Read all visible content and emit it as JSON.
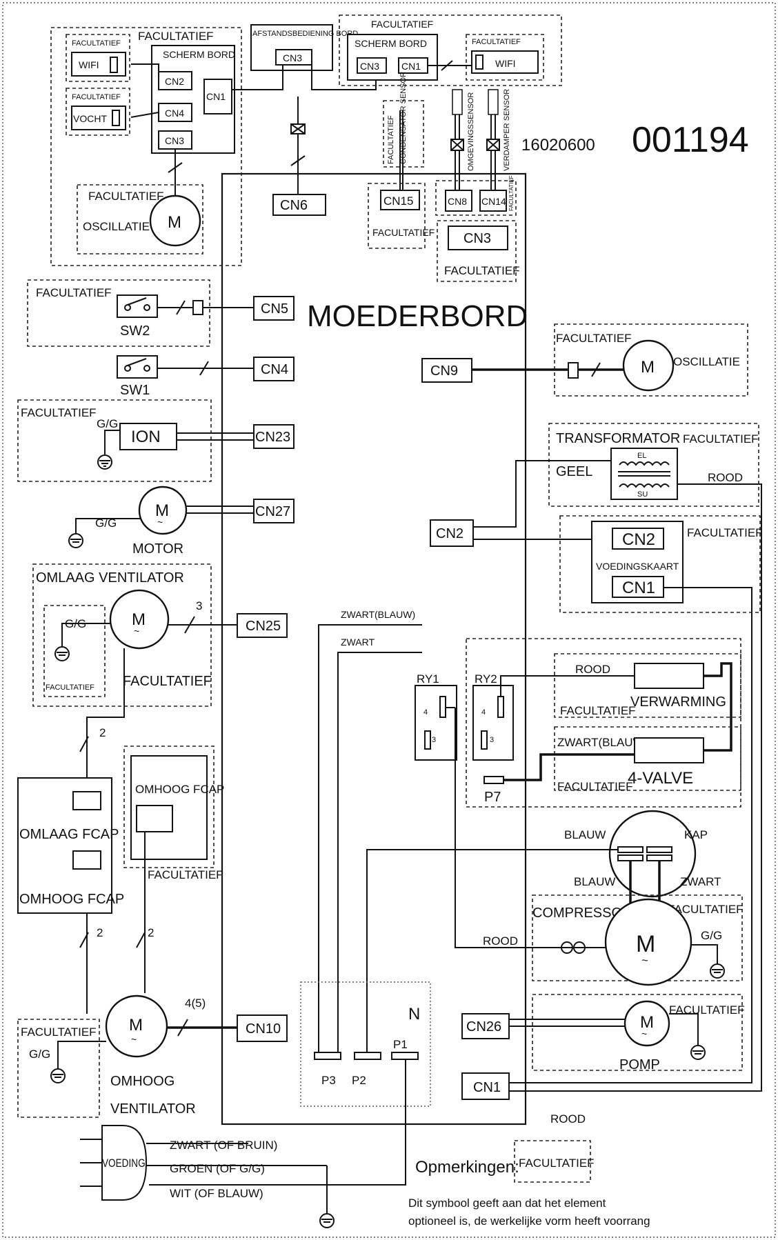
{
  "labels": {
    "optional": "FACULTATIEF",
    "wifi": "WIFI",
    "humidity": "VOCHT",
    "screen_board": "SCHERM BORD",
    "remote_board": "AFSTANDSBEDIENING BORD",
    "oscillation": "OSCILLATIE",
    "condensor_sensor": "CONDENSATOR SENSOR",
    "ambient_sensor": "OMGEVINGSSENSOR",
    "evaporator_sensor": "VERDAMPER SENSOR",
    "part_number_prefix": "16020600",
    "part_number": "001194",
    "motherboard": "MOEDERBORD",
    "sw1": "SW1",
    "sw2": "SW2",
    "ion": "ION",
    "gg": "G/G",
    "motor_m": "M",
    "motor": "MOTOR",
    "down_fan": "OMLAAG VENTILATOR",
    "down_fcap": "OMLAAG FCAP",
    "up_fcap": "OMHOOG FCAP",
    "up_fan_line1": "OMHOOG",
    "up_fan_line2": "VENTILATOR",
    "transformer": "TRANSFORMATOR",
    "yellow": "GEEL",
    "red": "ROOD",
    "el": "EL",
    "su": "SU",
    "power_card": "VOEDINGSKAART",
    "black_blue": "ZWART(BLAUW)",
    "black": "ZWART",
    "blue": "BLAUW",
    "heating": "VERWARMING",
    "four_valve": "4-VALVE",
    "cap": "KAP",
    "compressor": "COMPRESSOR",
    "pump": "POMP",
    "ry1": "RY1",
    "ry2": "RY2",
    "p1": "P1",
    "p2": "P2",
    "p3": "P3",
    "p7": "P7",
    "n": "N",
    "wire_count_3": "3",
    "wire_count_2": "2",
    "wire_count_45": "4(5)",
    "power": "VOEDING",
    "wire_black_brown": "ZWART (OF BRUIN)",
    "wire_green": "GROEN (OF G/G)",
    "wire_white": "WIT (OF BLAUW)",
    "remarks": "Opmerkingen:",
    "note_line1": "Dit symbool geeft aan dat het element",
    "note_line2": "optioneel is, de werkelijke vorm heeft voorrang"
  },
  "connectors": {
    "cn1": "CN1",
    "cn2": "CN2",
    "cn3": "CN3",
    "cn4": "CN4",
    "cn5": "CN5",
    "cn6": "CN6",
    "cn8": "CN8",
    "cn9": "CN9",
    "cn10": "CN10",
    "cn14": "CN14",
    "cn15": "CN15",
    "cn23": "CN23",
    "cn25": "CN25",
    "cn26": "CN26",
    "cn27": "CN27"
  }
}
